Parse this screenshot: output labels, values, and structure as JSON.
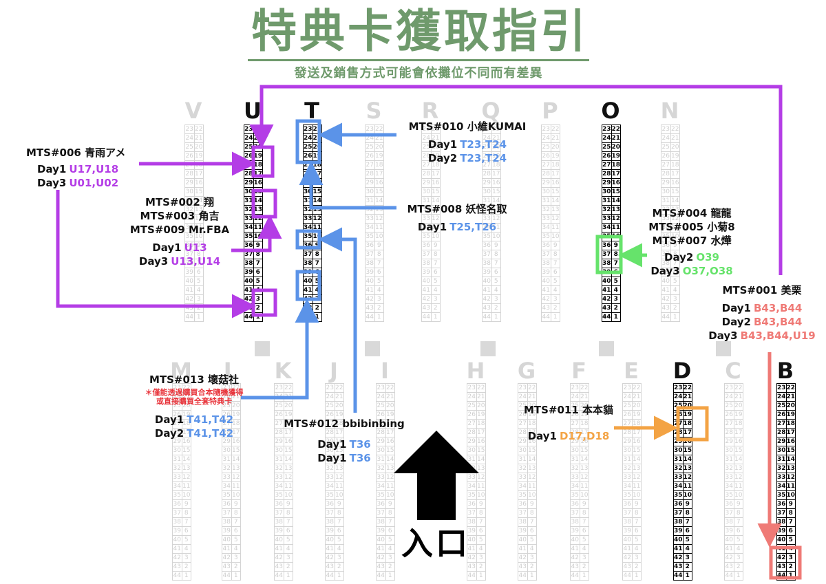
{
  "title": "特典卡獲取指引",
  "subtitle": "發送及銷售方式可能會依攤位不同而有差異",
  "entrance": "入口",
  "colors": {
    "title_green": "#6f9a6c",
    "purple": "#b43de6",
    "blue": "#5b93e8",
    "green": "#66e36b",
    "salmon": "#ef7a76",
    "orange": "#f3a344",
    "note_red": "#e8333a"
  },
  "icons": {
    "entrance": "up-arrow-icon"
  },
  "top_rows": {
    "letters": [
      "V",
      "U",
      "T",
      "S",
      "R",
      "Q",
      "P",
      "O",
      "N"
    ],
    "highlighted": [
      "U",
      "T",
      "O"
    ],
    "seat_rows": [
      [
        "23",
        "22"
      ],
      [
        "24",
        "21"
      ],
      [
        "25",
        "20"
      ],
      [
        "26",
        "19"
      ],
      [
        "27",
        "18"
      ],
      [
        "28",
        "17"
      ],
      [
        "29",
        "16"
      ],
      [
        "30",
        "15"
      ],
      [
        "31",
        "14"
      ],
      [
        "32",
        "13"
      ],
      [
        "33",
        "12"
      ],
      [
        "34",
        "11"
      ],
      [
        "35",
        "10"
      ],
      [
        "36",
        "9"
      ],
      [
        "37",
        "8"
      ],
      [
        "38",
        "7"
      ],
      [
        "39",
        "6"
      ],
      [
        "40",
        "5"
      ],
      [
        "41",
        "4"
      ],
      [
        "42",
        "3"
      ],
      [
        "43",
        "2"
      ],
      [
        "44",
        "1"
      ]
    ]
  },
  "bottom_rows": {
    "letters": [
      "M",
      "L",
      "K",
      "J",
      "I",
      "H",
      "G",
      "F",
      "E",
      "D",
      "C",
      "B"
    ],
    "highlighted": [
      "D",
      "B"
    ],
    "seat_rows": [
      [
        "23",
        "22"
      ],
      [
        "24",
        "21"
      ],
      [
        "25",
        "20"
      ],
      [
        "26",
        "19"
      ],
      [
        "27",
        "18"
      ],
      [
        "28",
        "17"
      ],
      [
        "29",
        "16"
      ],
      [
        "30",
        "15"
      ],
      [
        "31",
        "14"
      ],
      [
        "32",
        "13"
      ],
      [
        "33",
        "12"
      ],
      [
        "34",
        "11"
      ],
      [
        "35",
        "10"
      ],
      [
        "36",
        "9"
      ],
      [
        "37",
        "8"
      ],
      [
        "38",
        "7"
      ],
      [
        "39",
        "6"
      ],
      [
        "40",
        "5"
      ],
      [
        "41",
        "4"
      ],
      [
        "42",
        "3"
      ],
      [
        "43",
        "2"
      ],
      [
        "44",
        "1"
      ]
    ]
  },
  "labels": {
    "mts006": {
      "name": "MTS#006 青雨アメ",
      "lines": [
        {
          "day": "Day1",
          "value": "U17,U18"
        },
        {
          "day": "Day3",
          "value": "U01,U02"
        }
      ]
    },
    "mts002": {
      "names": [
        "MTS#002 翔",
        "MTS#003 角吉",
        "MTS#009 Mr.FBA"
      ],
      "lines": [
        {
          "day": "Day1",
          "value": "U13"
        },
        {
          "day": "Day3",
          "value": "U13,U14"
        }
      ]
    },
    "mts010": {
      "name": "MTS#010 小維KUMAI",
      "lines": [
        {
          "day": "Day1",
          "value": "T23,T24"
        },
        {
          "day": "Day2",
          "value": "T23,T24"
        }
      ]
    },
    "mts008": {
      "name": "MTS#008 妖怪名取",
      "lines": [
        {
          "day": "Day1",
          "value": "T25,T26"
        }
      ]
    },
    "mts004": {
      "names": [
        "MTS#004 龍龍",
        "MTS#005 小菊8",
        "MTS#007 水燁"
      ],
      "lines": [
        {
          "day": "Day2",
          "value": "O39"
        },
        {
          "day": "Day3",
          "value": "O37,O38"
        }
      ]
    },
    "mts001": {
      "name": "MTS#001 美栗",
      "lines": [
        {
          "day": "Day1",
          "value": "B43,B44"
        },
        {
          "day": "Day2",
          "value": "B43,B44"
        },
        {
          "day": "Day3",
          "value": "B43,B44,U19"
        }
      ]
    },
    "mts013": {
      "name": "MTS#013 壞菇社",
      "note": [
        "＊僅能透過購買合本隨機獲得",
        "或直接購買全套特典卡"
      ],
      "lines": [
        {
          "day": "Day1",
          "value": "T41,T42"
        },
        {
          "day": "Day2",
          "value": "T41,T42"
        }
      ]
    },
    "mts012": {
      "name": "MTS#012 bbibinbing",
      "lines": [
        {
          "day": "Day1",
          "value": "T36"
        },
        {
          "day": "Day1",
          "value": "T36"
        }
      ]
    },
    "mts011": {
      "name": "MTS#011 本本貓",
      "lines": [
        {
          "day": "Day1",
          "value": "D17,D18"
        }
      ]
    }
  }
}
